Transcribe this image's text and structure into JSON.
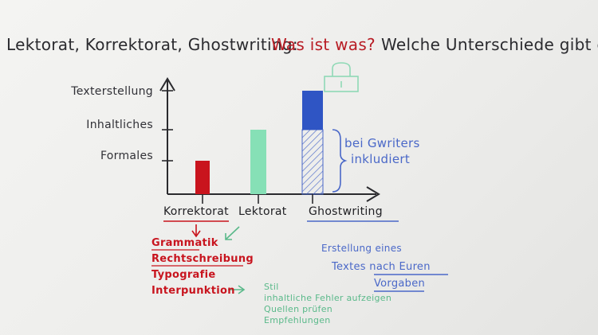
{
  "title": {
    "part1": "Lektorat, Korrektorat, Ghostwriting:",
    "part2": "Was ist was?",
    "part3": "Welche Unterschiede gibt es?"
  },
  "chart_data": {
    "type": "bar",
    "categories": [
      "Korrektorat",
      "Lektorat",
      "Ghostwriting"
    ],
    "y_levels": [
      "Formales",
      "Inhaltliches",
      "Texterstellung"
    ],
    "values": [
      1,
      2,
      3
    ],
    "colors": [
      "#c9141d",
      "#86e0b6",
      "#2f55c4"
    ],
    "ylim": [
      0,
      3
    ],
    "grid": false
  },
  "annotation": {
    "brace_text_line1": "bei Gwriters",
    "brace_text_line2": "inkludiert",
    "lock_icon": "lock-icon"
  },
  "korrektorat_list": [
    "Grammatik",
    "Rechtschreibung",
    "Typografie",
    "Interpunktion"
  ],
  "lektorat_list": [
    "Stil",
    "inhaltliche Fehler aufzeigen",
    "Quellen prüfen",
    "Empfehlungen"
  ],
  "ghostwriting_list": {
    "line1": "Erstellung eines",
    "line2": "Textes nach Euren",
    "line3": "Vorgaben"
  }
}
